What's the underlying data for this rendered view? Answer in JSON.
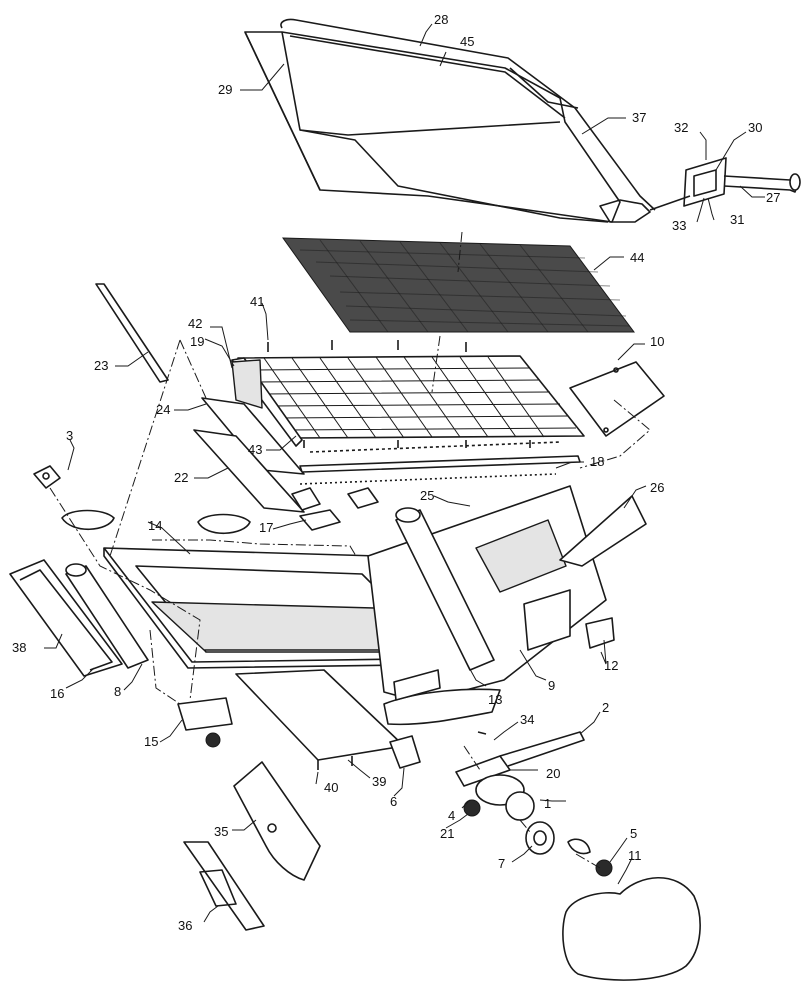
{
  "callouts": [
    {
      "id": "c1",
      "label": "1"
    },
    {
      "id": "c2",
      "label": "2"
    },
    {
      "id": "c3",
      "label": "3"
    },
    {
      "id": "c4",
      "label": "4"
    },
    {
      "id": "c5",
      "label": "5"
    },
    {
      "id": "c6",
      "label": "6"
    },
    {
      "id": "c7",
      "label": "7"
    },
    {
      "id": "c8",
      "label": "8"
    },
    {
      "id": "c9",
      "label": "9"
    },
    {
      "id": "c10",
      "label": "10"
    },
    {
      "id": "c11",
      "label": "11"
    },
    {
      "id": "c12",
      "label": "12"
    },
    {
      "id": "c13",
      "label": "13"
    },
    {
      "id": "c14",
      "label": "14"
    },
    {
      "id": "c15",
      "label": "15"
    },
    {
      "id": "c16",
      "label": "16"
    },
    {
      "id": "c17",
      "label": "17"
    },
    {
      "id": "c18",
      "label": "18"
    },
    {
      "id": "c19",
      "label": "19"
    },
    {
      "id": "c20",
      "label": "20"
    },
    {
      "id": "c21",
      "label": "21"
    },
    {
      "id": "c22",
      "label": "22"
    },
    {
      "id": "c23",
      "label": "23"
    },
    {
      "id": "c24",
      "label": "24"
    },
    {
      "id": "c25",
      "label": "25"
    },
    {
      "id": "c26",
      "label": "26"
    },
    {
      "id": "c27",
      "label": "27"
    },
    {
      "id": "c28",
      "label": "28"
    },
    {
      "id": "c29",
      "label": "29"
    },
    {
      "id": "c30",
      "label": "30"
    },
    {
      "id": "c31",
      "label": "31"
    },
    {
      "id": "c32",
      "label": "32"
    },
    {
      "id": "c33",
      "label": "33"
    },
    {
      "id": "c34",
      "label": "34"
    },
    {
      "id": "c35",
      "label": "35"
    },
    {
      "id": "c36",
      "label": "36"
    },
    {
      "id": "c37",
      "label": "37"
    },
    {
      "id": "c38",
      "label": "38"
    },
    {
      "id": "c39",
      "label": "39"
    },
    {
      "id": "c40",
      "label": "40"
    },
    {
      "id": "c41",
      "label": "41"
    },
    {
      "id": "c42",
      "label": "42"
    },
    {
      "id": "c43",
      "label": "43"
    },
    {
      "id": "c44",
      "label": "44"
    },
    {
      "id": "c45",
      "label": "45"
    }
  ]
}
